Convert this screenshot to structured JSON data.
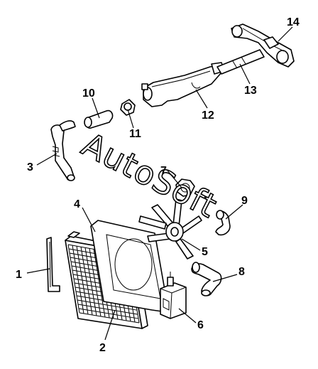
{
  "diagram": {
    "watermark": "AutoSoft",
    "callouts": [
      "1",
      "2",
      "3",
      "4",
      "5",
      "6",
      "7",
      "8",
      "9",
      "10",
      "11",
      "12",
      "13",
      "14"
    ]
  }
}
